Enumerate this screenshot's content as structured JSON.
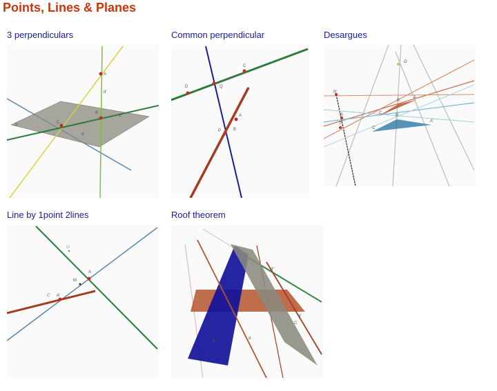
{
  "page": {
    "title": "Points, Lines & Planes"
  },
  "items": [
    {
      "label": "3 perpendiculars"
    },
    {
      "label": "Common perpendicular"
    },
    {
      "label": "Desargues"
    },
    {
      "label": "Line by 1point 2lines"
    },
    {
      "label": "Roof theorem"
    }
  ],
  "colors": {
    "title": "#c8360c",
    "link": "#1a1a9c",
    "plane_gray": "#8a8a7e",
    "plane_orange": "#b5532e",
    "plane_blue": "#12129a",
    "line_green": "#2e7a3a",
    "line_blue": "#5a86b0",
    "line_yellow": "#d8d23a",
    "line_red": "#a63a1e"
  }
}
